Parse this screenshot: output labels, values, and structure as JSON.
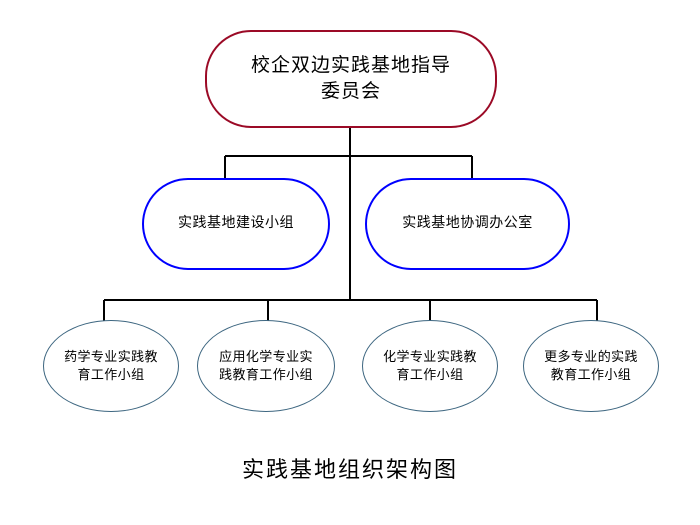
{
  "diagram": {
    "caption": "实践基地组织架构图",
    "colors": {
      "root_stroke": "#9b0a26",
      "level2_stroke": "#0000ff",
      "level3_stroke": "#3d6680",
      "connector": "#000000",
      "background": "#ffffff",
      "text": "#000000"
    },
    "levels": [
      {
        "level": 1,
        "shape": "rounded-rectangle",
        "nodes": [
          {
            "id": "root",
            "label": "校企双边实践基地指导\n委员会"
          }
        ]
      },
      {
        "level": 2,
        "shape": "pill",
        "nodes": [
          {
            "id": "l2-construction",
            "label": "实践基地建设小组"
          },
          {
            "id": "l2-coordination",
            "label": "实践基地协调办公室"
          }
        ]
      },
      {
        "level": 3,
        "shape": "ellipse",
        "nodes": [
          {
            "id": "l3-pharmacy",
            "label": "药学专业实践教\n育工作小组"
          },
          {
            "id": "l3-applied-chemistry",
            "label": "应用化学专业实\n践教育工作小组"
          },
          {
            "id": "l3-chemistry",
            "label": "化学专业实践教\n育工作小组"
          },
          {
            "id": "l3-more-majors",
            "label": "更多专业的实践\n教育工作小组"
          }
        ]
      }
    ]
  }
}
